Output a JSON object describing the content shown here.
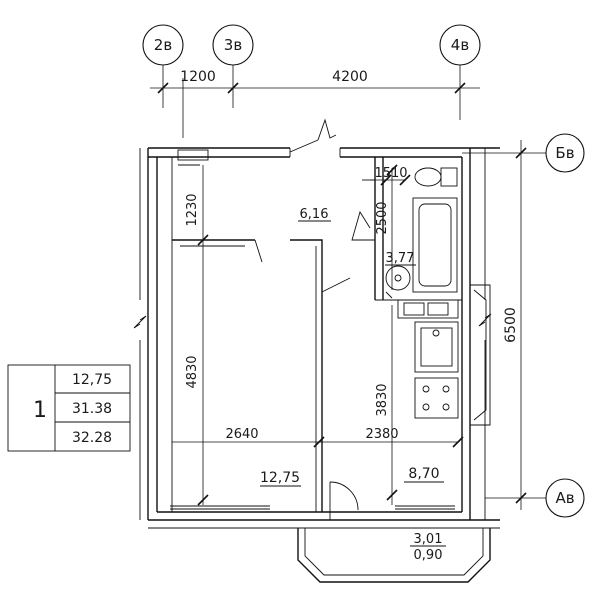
{
  "axes": {
    "top": [
      "2в",
      "3в",
      "4в"
    ],
    "right": [
      "Бв",
      "Ав"
    ]
  },
  "dimensions": {
    "top": [
      "1200",
      "4200"
    ],
    "right": [
      "6500"
    ],
    "inner": [
      "1230",
      "4830",
      "2640",
      "2380",
      "1510",
      "2500",
      "3830"
    ]
  },
  "rooms": {
    "hall": "6,16",
    "bath": "3,77",
    "room": "12,75",
    "kitchen": "8,70",
    "balcony_total": "3,01",
    "balcony_reduced": "0,90"
  },
  "legend": {
    "number": "1",
    "values": [
      "12,75",
      "31.38",
      "32.28"
    ]
  }
}
